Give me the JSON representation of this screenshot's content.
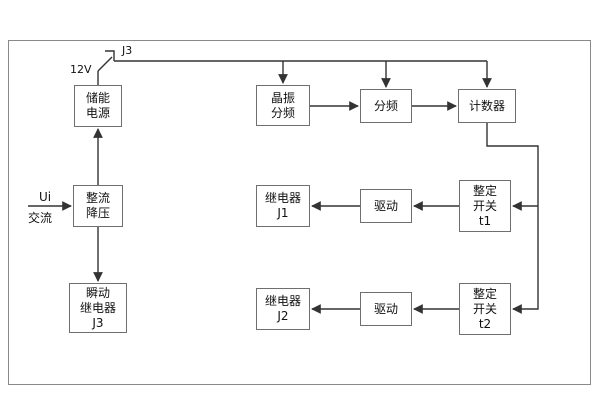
{
  "diagram": {
    "title_hint": "relay-logic-block-diagram",
    "labels": {
      "jumper": "J3",
      "supply_voltage": "12V",
      "input_signal": "Ui",
      "input_type": "交流"
    },
    "boxes": {
      "storage_power": "储能\n电源",
      "crystal_divider": "晶振\n分频",
      "divider": "分频",
      "counter": "计数器",
      "rectifier": "整流\n降压",
      "relay_j1": "继电器\nJ1",
      "drive1": "驱动",
      "set_switch_t1": "整定\n开关\nt1",
      "instant_relay_j3": "瞬动\n继电器\nJ3",
      "relay_j2": "继电器\nJ2",
      "drive2": "驱动",
      "set_switch_t2": "整定\n开关\nt2"
    },
    "colors": {
      "background": "#ffffff",
      "frame_border": "#8a8a8a",
      "box_border": "#6f6f6f",
      "wire": "#333333",
      "text": "#111111"
    }
  }
}
